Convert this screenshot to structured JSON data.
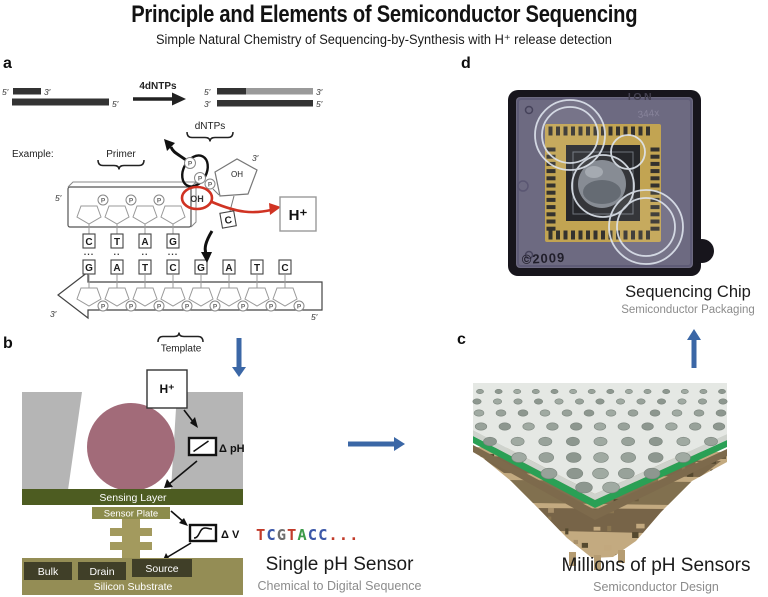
{
  "header": {
    "title": "Principle and Elements of Semiconductor Sequencing",
    "subtitle": "Simple Natural Chemistry of Sequencing-by-Synthesis with H⁺ release detection"
  },
  "panel_a": {
    "label": "a",
    "duplex_left": {
      "top_5": "5′",
      "top_3": "3′",
      "bottom_5": "5′"
    },
    "arrow_label": "4dNTPs",
    "duplex_right": {
      "top_5": "5′",
      "top_3": "3′",
      "bottom_3": "3′",
      "bottom_5": "5′"
    },
    "dntps_label": "dNTPs",
    "example_label": "Example:",
    "primer_label": "Primer",
    "template_label": "Template",
    "primer_5": "5′",
    "template_3": "3′",
    "template_5": "5′",
    "p": "P",
    "incoming": {
      "oh_ring": "OH",
      "oh_side": "OH",
      "three_prime": "3′",
      "base": "C"
    },
    "h_plus": "H⁺",
    "primer_bases": [
      "C",
      "T",
      "A",
      "G"
    ],
    "bond_dots": [
      "···",
      "··",
      "··",
      "···"
    ],
    "template_bases": [
      "G",
      "A",
      "T",
      "C",
      "G",
      "A",
      "T",
      "C"
    ]
  },
  "panel_b": {
    "label": "b",
    "h_plus": "H⁺",
    "delta_ph": "Δ pH",
    "delta_v": "Δ V",
    "sensing_layer": "Sensing Layer",
    "sensor_plate": "Sensor Plate",
    "bulk": "Bulk",
    "drain": "Drain",
    "source": "Source",
    "substrate": "Silicon Substrate",
    "sequence_read": {
      "letters": [
        {
          "t": "T",
          "color": "#c23b2a"
        },
        {
          "t": "C",
          "color": "#3c58a8"
        },
        {
          "t": "G",
          "color": "#6f6f6f"
        },
        {
          "t": "T",
          "color": "#c23b2a"
        },
        {
          "t": "A",
          "color": "#3d9b4a"
        },
        {
          "t": "C",
          "color": "#3c58a8"
        },
        {
          "t": "C",
          "color": "#3c58a8"
        },
        {
          "t": "...",
          "color": "#c23b2a"
        }
      ]
    },
    "caption": "Single pH Sensor",
    "subcaption": "Chemical to Digital Sequence"
  },
  "panel_c": {
    "label": "c",
    "caption": "Millions of pH Sensors",
    "subcaption": "Semiconductor Design"
  },
  "panel_d": {
    "label": "d",
    "chip_marking_top": "ION",
    "chip_marking_code": "344x",
    "chip_marking_year": "©2009",
    "caption": "Sequencing Chip",
    "subcaption": "Semiconductor Packaging"
  },
  "colors": {
    "flow_arrow_blue": "#3b67a6",
    "h_release_red": "#d03323",
    "bead_mauve": "#a26b79",
    "sensing_layer_green": "#4d5c21",
    "substrate_khaki": "#948d55",
    "gate_khaki": "#a39a5e",
    "contact_dark_olive": "#403f28",
    "chip_gold": "#c2a452",
    "chip_package_purple": "#6d6a81",
    "well_layer_green": "#2aa055",
    "well_wall_gray": "#b5b5b5"
  }
}
